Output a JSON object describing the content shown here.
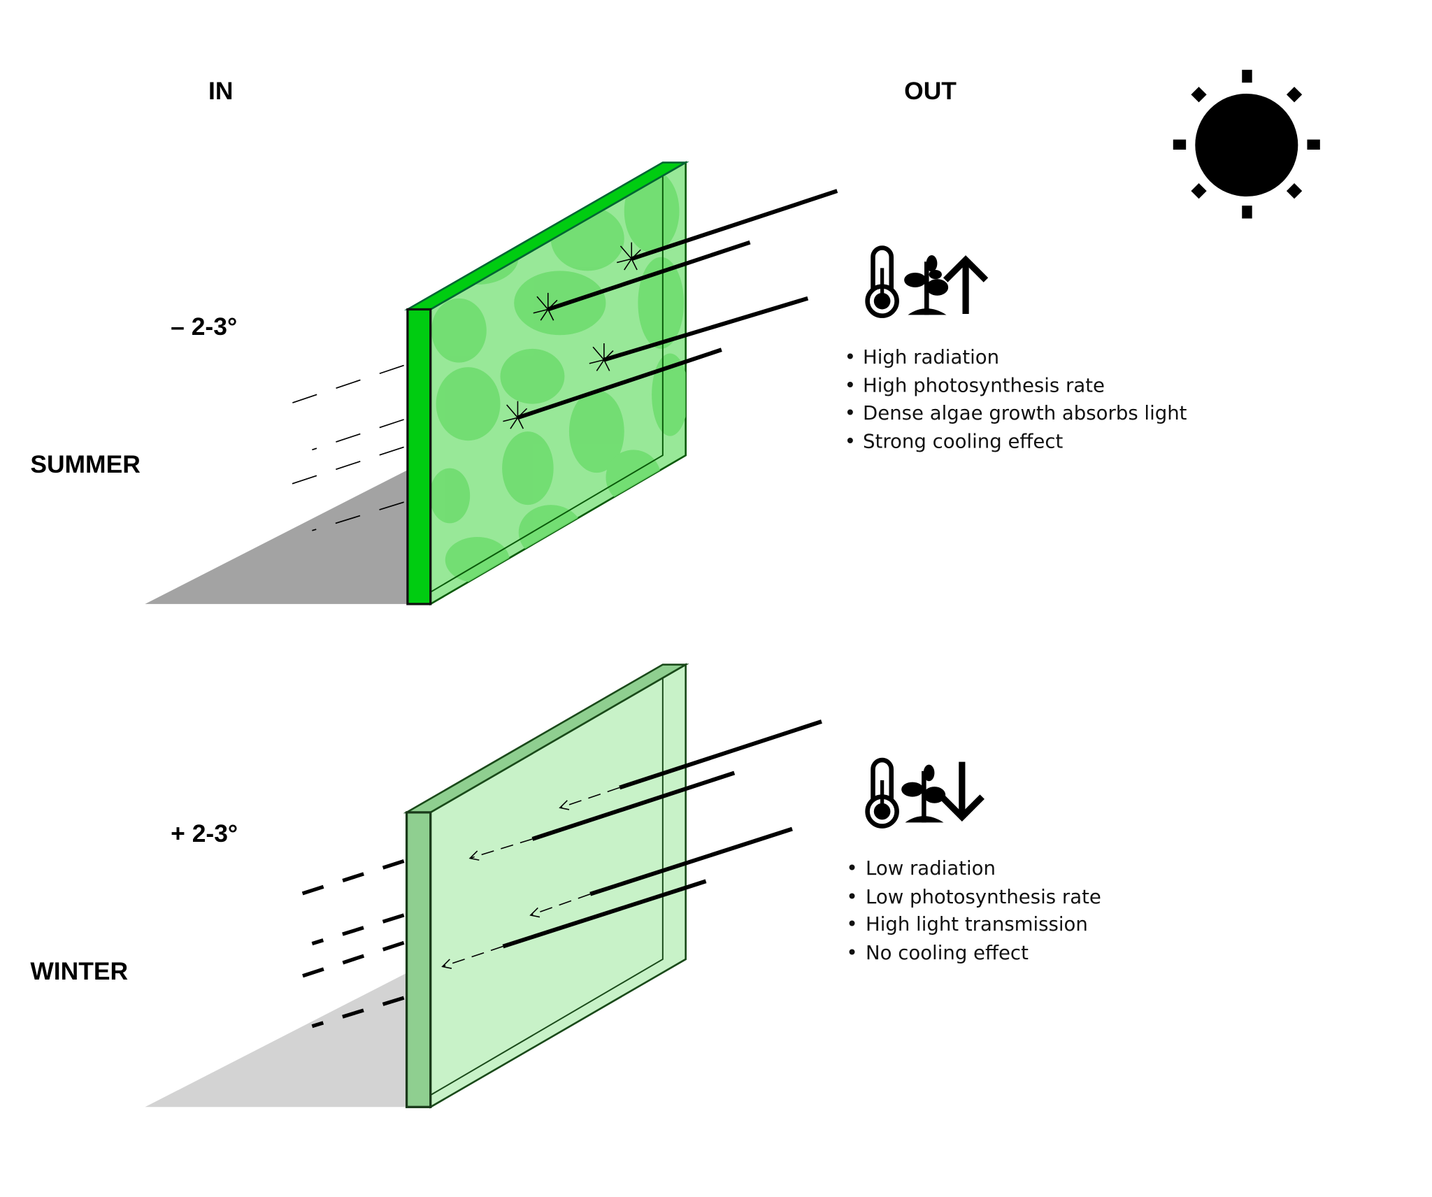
{
  "labels": {
    "in": "IN",
    "out": "OUT",
    "summer": "SUMMER",
    "winter": "WINTER"
  },
  "summer": {
    "temp_change": "– 2-3°",
    "bullets": [
      "High radiation",
      "High photosynthesis rate",
      "Dense algae growth absorbs light",
      "Strong cooling effect"
    ],
    "trend": "up",
    "panel_color": "#00cc11"
  },
  "winter": {
    "temp_change": "+ 2-3°",
    "bullets": [
      "Low radiation",
      "Low photosynthesis rate",
      "High light transmission",
      "No cooling effect"
    ],
    "trend": "down",
    "panel_color": "#8fcf90"
  },
  "bullet_char": "•"
}
